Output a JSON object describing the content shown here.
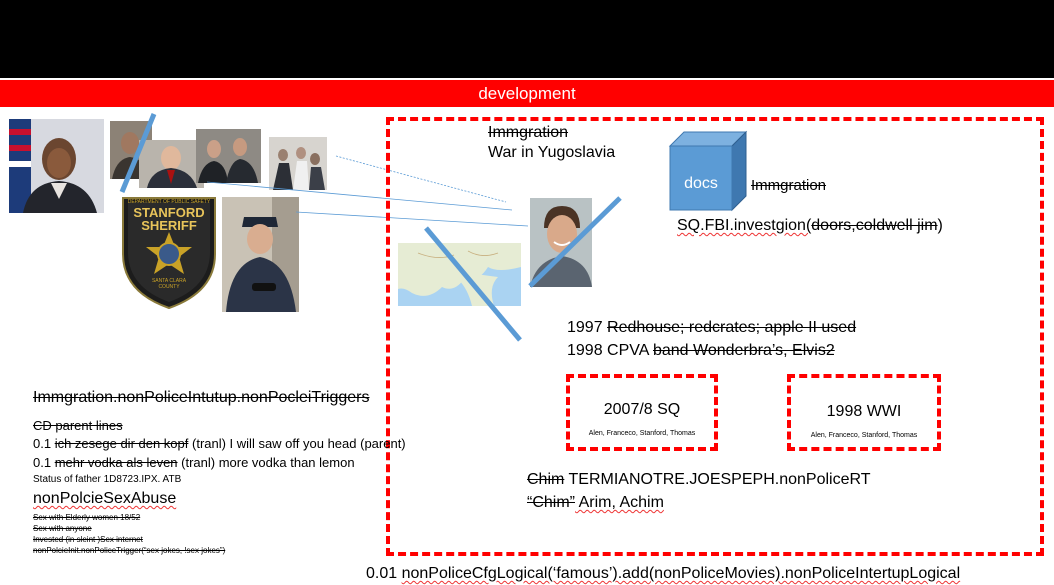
{
  "header": {
    "title": "development"
  },
  "main_box": {
    "line1": "Immgration",
    "line2": "War in Yugoslavia",
    "docs_label": "docs",
    "docs_side_label": "Immgration",
    "fbi_prefix": "SQ.FBI.investgion(",
    "fbi_struck": "doors,coldwell jim",
    "fbi_suffix": ")",
    "year1997_prefix": "1997 ",
    "year1997_struck": "Redhouse; redcrates; apple II used",
    "year1998_prefix": "1998 CPVA ",
    "year1998_struck": "band Wonderbra’s, Elvis2",
    "box_sq": {
      "title": "2007/8 SQ",
      "names": "Alen, Franceco, Stanford, Thomas"
    },
    "box_wwi": {
      "title": "1998 WWI",
      "names": "Alen, Franceco, Stanford, Thomas"
    },
    "chim_line1_struck": "Chim",
    "chim_line1_rest": " TERMIANOTRE.JOESPEPH.nonPoliceRT",
    "chim_line2_struck": "“Chim”",
    "chim_line2_rest": "  Arim, Achim"
  },
  "left_panel": {
    "heading": "Immgration.nonPoliceIntutup.nonPocleiTriggers",
    "cd_lines": "CD parent lines",
    "line1_prefix": "0.1 ",
    "line1_struck": "ich zesege dir den kopf",
    "line1_rest": " (tranl) I will saw off you head (parent)",
    "line2_prefix": "0.1 ",
    "line2_struck": "mehr vodka als leven",
    "line2_rest": " (tranl) more vodka than lemon",
    "status_line": "Status of father 1D8723.IPX. ATB",
    "abuse_heading": "nonPolcieSexAbuse",
    "abuse_items": [
      "Sex with Elderly women 18/52",
      "Sex with anyone",
      "Invested (in sleint )Sex internet",
      "nonPolcieInit.nonPoliceTrigger(“sex jokes, !sex jokes”)"
    ]
  },
  "footer": {
    "text_prefix": "0.01 ",
    "text_body": "nonPoliceCfgLogical(‘famous’).add(nonPoliceMovies).nonPoliceIntertupLogical"
  },
  "badge": {
    "top_text": "DEPARTMENT OF PUBLIC SAFETY",
    "line1": "STANFORD",
    "line2": "SHERIFF",
    "bottom_text": "SANTA CLARA COUNTY"
  },
  "colors": {
    "accent_red": "#ff0000",
    "docs_blue": "#5b9bd5",
    "strike_line_blue": "#5b9bd5"
  }
}
